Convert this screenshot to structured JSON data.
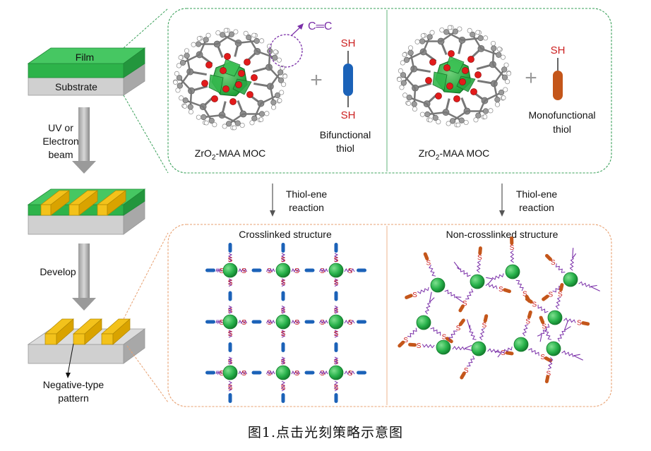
{
  "left_process": {
    "film_label": "Film",
    "substrate_label": "Substrate",
    "step1_label": [
      "UV or",
      "Electron",
      "beam"
    ],
    "step2_label": "Develop",
    "pattern_label": [
      "Negative-type",
      "pattern"
    ]
  },
  "top_panel": {
    "left": {
      "molecule_label_pre": "ZrO",
      "molecule_label_sub": "2",
      "molecule_label_post": "-MAA MOC",
      "bond_label": "C═C",
      "plus": "+",
      "thiol_top": "SH",
      "thiol_bottom": "SH",
      "thiol_name": [
        "Bifunctional",
        "thiol"
      ]
    },
    "right": {
      "molecule_label_pre": "ZrO",
      "molecule_label_sub": "2",
      "molecule_label_post": "-MAA MOC",
      "plus": "+",
      "thiol_top": "SH",
      "thiol_name": [
        "Monofunctional",
        "thiol"
      ]
    }
  },
  "reaction": {
    "left_label": [
      "Thiol-ene",
      "reaction"
    ],
    "right_label": [
      "Thiol-ene",
      "reaction"
    ]
  },
  "bottom_panel": {
    "left_title": "Crosslinked structure",
    "right_title": "Non-crosslinked structure",
    "sulfur": "S"
  },
  "caption": "图1.点击光刻策略示意图",
  "colors": {
    "film_green": "#2db34a",
    "substrate_gray": "#c9c9c9",
    "pattern_gold": "#f3c21b",
    "panel_border_green": "#3aa05a",
    "panel_border_orange": "#e8a070",
    "bifunctional_blue": "#1b62b8",
    "monofunctional_orange": "#c4561a",
    "node_green": "#27b14a",
    "sulfur_red": "#cc2020",
    "bond_purple": "#7a2fa8"
  }
}
